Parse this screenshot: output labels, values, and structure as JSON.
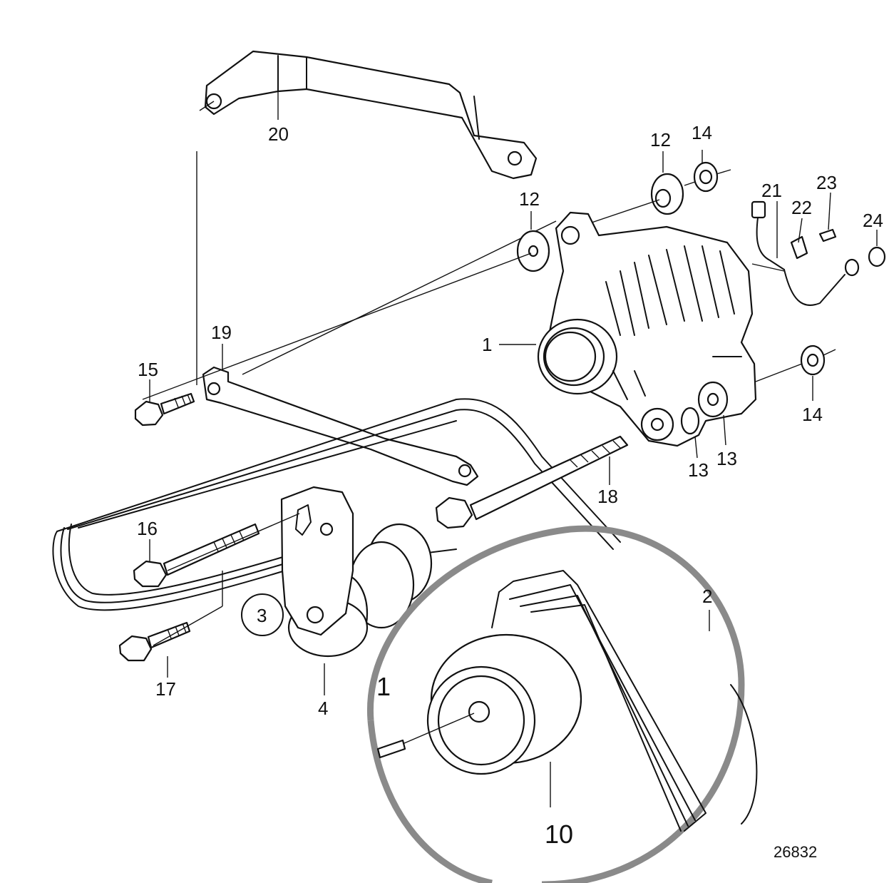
{
  "callouts": {
    "c1": "1",
    "c2": "2",
    "c3": "3",
    "c4": "4",
    "c10": "10",
    "c12a": "12",
    "c12b": "12",
    "c13a": "13",
    "c13b": "13",
    "c14a": "14",
    "c14b": "14",
    "c15": "15",
    "c16": "16",
    "c17": "17",
    "c18": "18",
    "c19": "19",
    "c20": "20",
    "c21": "21",
    "c22": "22",
    "c23": "23",
    "c24": "24",
    "c1detail": "1"
  },
  "drawing_number": "26832",
  "colors": {
    "line": "#111111",
    "detail_ring": "#8a8a8a",
    "background": "#ffffff"
  }
}
